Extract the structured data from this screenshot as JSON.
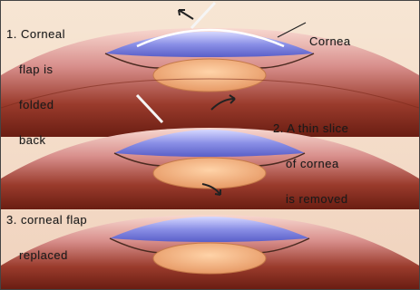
{
  "labels": {
    "step1": [
      "1. Corneal",
      "flap is",
      "folded",
      "back"
    ],
    "cornea": "Cornea",
    "step2": [
      "2. A thin slice",
      "of cornea",
      "is removed"
    ],
    "step3": [
      "3. corneal flap",
      "replaced"
    ]
  }
}
